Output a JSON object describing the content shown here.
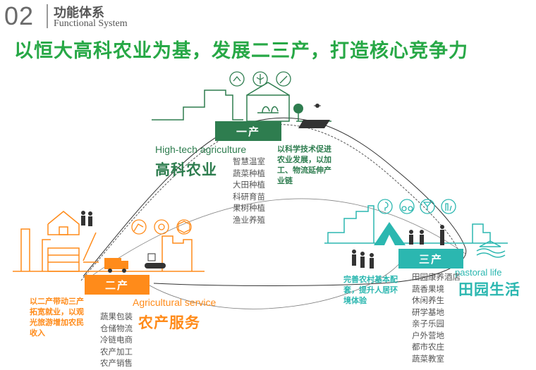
{
  "header": {
    "number": "02",
    "title": "功能体系",
    "subtitle": "Functional System"
  },
  "headline": "以恒大高科农业为基，发展二三产，打造核心竞争力",
  "primary": {
    "tag": "一产",
    "en_label": "High-tech agriculture",
    "cn_label": "高科农业",
    "items": [
      "智慧温室",
      "蔬菜种植",
      "大田种植",
      "科研育苗",
      "果树种植",
      "渔业养殖"
    ],
    "note_lines": [
      "以科学技术促进",
      "农业发展，以加",
      "工、物流延伸产",
      "业链"
    ],
    "icons": [
      "greenhouse-plant-icon",
      "wheat-icon",
      "shovel-plant-icon"
    ],
    "color": "#2e7d4f"
  },
  "secondary": {
    "tag": "二产",
    "en_label": "Agricultural service",
    "cn_label": "农产服务",
    "items": [
      "蔬果包装",
      "仓储物流",
      "冷链电商",
      "农产加工",
      "农产销售"
    ],
    "note_lines": [
      "以二产带动三产",
      "拓宽就业，以观",
      "光旅游增加农民",
      "收入"
    ],
    "icons": [
      "robot-arm-icon",
      "gear-icon",
      "package-box-icon"
    ],
    "color": "#ff8b1a"
  },
  "tertiary": {
    "tag": "三产",
    "en_label": "pastoral life",
    "cn_label": "田园生活",
    "items": [
      "田园康养酒店",
      "蔬香果境",
      "休闲养生",
      "研学基地",
      "亲子乐园",
      "户外营地",
      "都市农庄",
      "蔬菜教室"
    ],
    "note_lines": [
      "完善农村基本配",
      "套，提升人居环",
      "境体验"
    ],
    "icons": [
      "location-pin-icon",
      "bicycle-icon",
      "cocktail-icon",
      "bottle-glass-icon"
    ],
    "color": "#2bb7b0"
  }
}
